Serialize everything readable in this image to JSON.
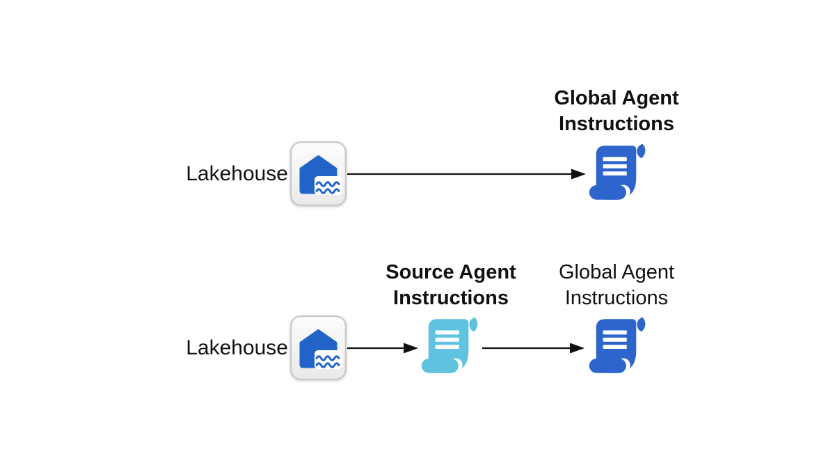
{
  "colors": {
    "scroll_blue": "#2d65cc",
    "scroll_cyan": "#5fc3e0",
    "house_blue": "#2263c8",
    "arrow": "#111111",
    "text": "#111111",
    "card_border": "#c6c6c6",
    "background": "#ffffff"
  },
  "diagram": {
    "rows": [
      {
        "source": {
          "label": "Lakehouse",
          "icon": "lakehouse-icon"
        },
        "nodes": [
          {
            "label": "Global Agent\nInstructions",
            "icon": "scroll-icon",
            "color": "blue",
            "bold": true
          }
        ]
      },
      {
        "source": {
          "label": "Lakehouse",
          "icon": "lakehouse-icon"
        },
        "nodes": [
          {
            "label": "Source Agent\nInstructions",
            "icon": "scroll-icon",
            "color": "cyan",
            "bold": true
          },
          {
            "label": "Global Agent\nInstructions",
            "icon": "scroll-icon",
            "color": "blue",
            "bold": false
          }
        ]
      }
    ]
  }
}
